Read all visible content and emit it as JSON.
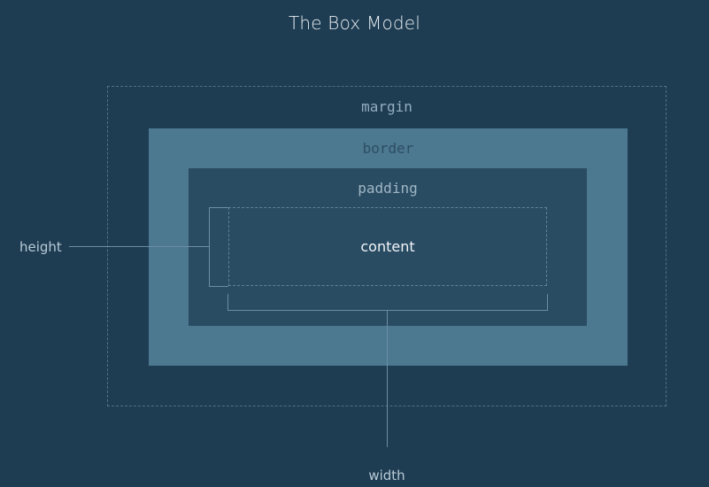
{
  "title": "The Box Model",
  "layers": {
    "margin": {
      "label": "margin"
    },
    "border": {
      "label": "border"
    },
    "padding": {
      "label": "padding"
    },
    "content": {
      "label": "content"
    }
  },
  "measurements": {
    "height": {
      "label": "height"
    },
    "width": {
      "label": "width"
    }
  },
  "colors": {
    "background": "#1e3c52",
    "margin_border": "#4e7288",
    "border_fill": "#4c7890",
    "padding_fill": "#2a4c63",
    "content_border": "#5f8399",
    "title_text": "#e8eef2",
    "margin_label_text": "#93aebf",
    "border_label_text": "#2d4e63",
    "padding_label_text": "#9fb6c4",
    "content_label_text": "#f2f6f8",
    "measure_line": "#6b8ea3",
    "measure_label_text": "#b9cbd6"
  }
}
